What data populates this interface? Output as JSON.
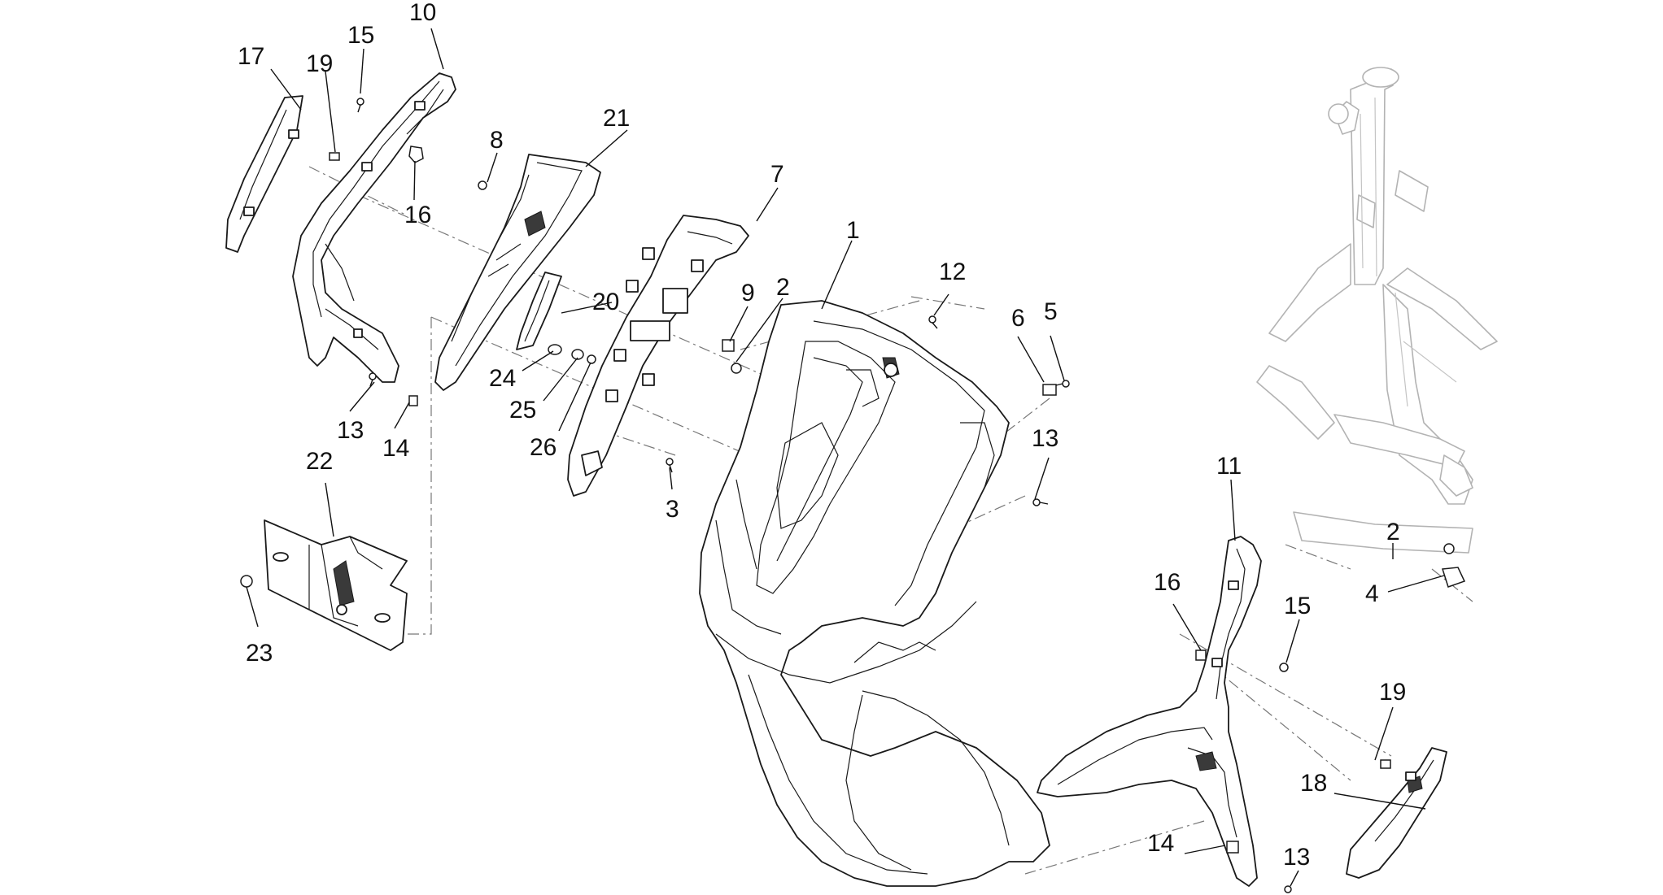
{
  "diagram": {
    "callouts": [
      {
        "id": "c1",
        "text": "1"
      },
      {
        "id": "c2a",
        "text": "2"
      },
      {
        "id": "c2b",
        "text": "2"
      },
      {
        "id": "c3",
        "text": "3"
      },
      {
        "id": "c4",
        "text": "4"
      },
      {
        "id": "c5",
        "text": "5"
      },
      {
        "id": "c6",
        "text": "6"
      },
      {
        "id": "c7",
        "text": "7"
      },
      {
        "id": "c8",
        "text": "8"
      },
      {
        "id": "c9",
        "text": "9"
      },
      {
        "id": "c10",
        "text": "10"
      },
      {
        "id": "c11",
        "text": "11"
      },
      {
        "id": "c12",
        "text": "12"
      },
      {
        "id": "c13a",
        "text": "13"
      },
      {
        "id": "c13b",
        "text": "13"
      },
      {
        "id": "c13c",
        "text": "13"
      },
      {
        "id": "c14a",
        "text": "14"
      },
      {
        "id": "c14b",
        "text": "14"
      },
      {
        "id": "c15a",
        "text": "15"
      },
      {
        "id": "c15b",
        "text": "15"
      },
      {
        "id": "c16a",
        "text": "16"
      },
      {
        "id": "c16b",
        "text": "16"
      },
      {
        "id": "c17",
        "text": "17"
      },
      {
        "id": "c18",
        "text": "18"
      },
      {
        "id": "c19a",
        "text": "19"
      },
      {
        "id": "c19b",
        "text": "19"
      },
      {
        "id": "c20",
        "text": "20"
      },
      {
        "id": "c21",
        "text": "21"
      },
      {
        "id": "c22",
        "text": "22"
      },
      {
        "id": "c23",
        "text": "23"
      },
      {
        "id": "c24",
        "text": "24"
      },
      {
        "id": "c25",
        "text": "25"
      },
      {
        "id": "c26",
        "text": "26"
      }
    ]
  }
}
